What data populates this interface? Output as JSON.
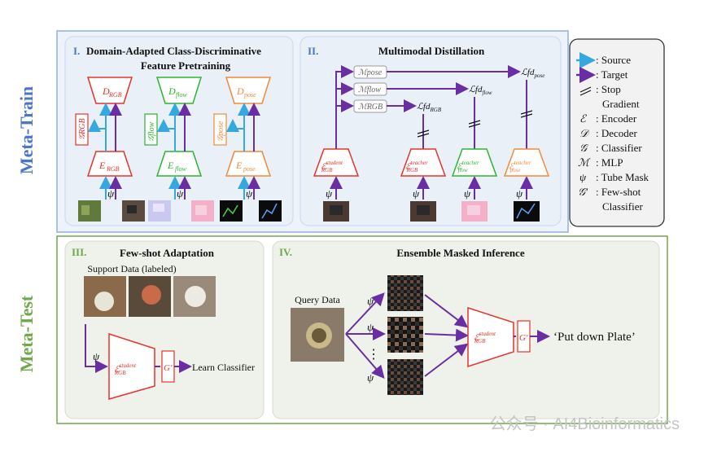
{
  "colors": {
    "rgb": "#e8322b",
    "flow": "#2bb52f",
    "pose": "#f08a3a",
    "source": "#35a8e0",
    "target": "#6a2ea3",
    "meta_train": "#4a76c9",
    "meta_test": "#6fa84a",
    "gray_box": "#9a9a9a"
  },
  "meta_train": {
    "label": "Meta-Train"
  },
  "meta_test": {
    "label": "Meta-Test"
  },
  "panel1": {
    "num": "I.",
    "title_line1": "Domain-Adapted Class-Discriminative",
    "title_line2": "Feature Pretraining",
    "decoders": [
      "D",
      "D",
      "D"
    ],
    "decoder_subs": [
      "RGB",
      "flow",
      "pose"
    ],
    "encoders": [
      "E",
      "E",
      "E"
    ],
    "encoder_subs": [
      "RGB",
      "flow",
      "pose"
    ],
    "classifiers": [
      "G",
      "G",
      "G"
    ],
    "classifier_subs": [
      "RGB",
      "flow",
      "pose"
    ],
    "psi": "ψ"
  },
  "panel2": {
    "num": "II.",
    "title": "Multimodal Distillation",
    "mlps": [
      {
        "m": "M",
        "sub": "pose"
      },
      {
        "m": "M",
        "sub": "flow"
      },
      {
        "m": "M",
        "sub": "RGB"
      }
    ],
    "losses": [
      {
        "l": "ℒ",
        "sub": "fd",
        "subsub": "pose"
      },
      {
        "l": "ℒ",
        "sub": "fd",
        "subsub": "flow"
      },
      {
        "l": "ℒ",
        "sub": "fd",
        "subsub": "RGB"
      }
    ],
    "encoders": [
      {
        "e": "E",
        "sup": "student",
        "sub": "RGB"
      },
      {
        "e": "E",
        "sup": "teacher",
        "sub": "RGB"
      },
      {
        "e": "E",
        "sup": "teacher",
        "sub": "flow"
      },
      {
        "e": "E",
        "sup": "teacher",
        "sub": "pose"
      }
    ],
    "psi": "ψ"
  },
  "legend": {
    "items": [
      {
        "sym": "",
        "text": ": Source"
      },
      {
        "sym": "",
        "text": ": Target"
      },
      {
        "sym": "",
        "text": ": Stop"
      },
      {
        "sym": "",
        "text": "Gradient"
      },
      {
        "sym": "ℰ",
        "text": ": Encoder"
      },
      {
        "sym": "𝒟",
        "text": ": Decoder"
      },
      {
        "sym": "𝒢",
        "text": ": Classifier"
      },
      {
        "sym": "ℳ",
        "text": ": MLP"
      },
      {
        "sym": "ψ",
        "text": ": Tube Mask"
      },
      {
        "sym": "𝒢′",
        "text": ": Few-shot"
      },
      {
        "sym": "",
        "text": "Classifier"
      }
    ]
  },
  "panel3": {
    "num": "III.",
    "title": "Few-shot Adaptation",
    "support_label": "Support Data (labeled)",
    "encoder": {
      "e": "E",
      "sup": "student",
      "sub": "RGB"
    },
    "classifier": "G′",
    "learn": "Learn Classifier",
    "psi": "ψ"
  },
  "panel4": {
    "num": "IV.",
    "title": "Ensemble Masked Inference",
    "query_label": "Query Data",
    "psi": "ψ",
    "dots": "⋮",
    "encoder": {
      "e": "E",
      "sup": "student",
      "sub": "RGB"
    },
    "classifier": "G′",
    "output": "‘Put down Plate’"
  },
  "watermark": "公众号 · AI4Bioinformatics"
}
